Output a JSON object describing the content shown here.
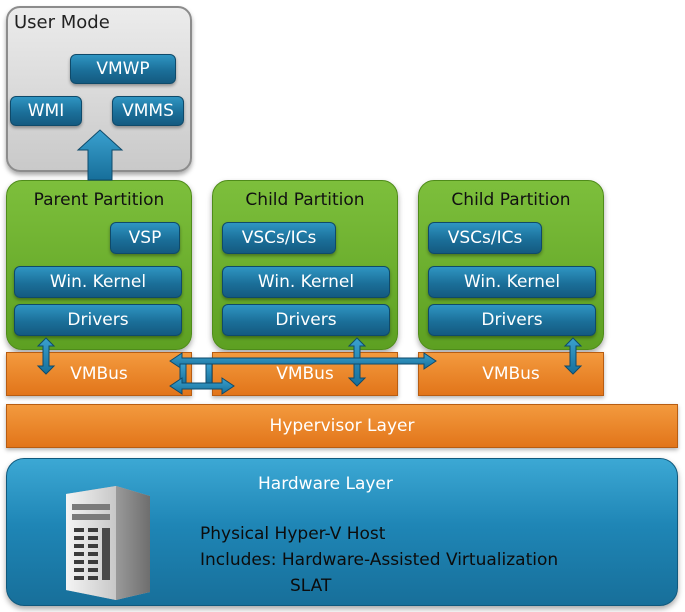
{
  "user_mode": {
    "title": "User Mode",
    "vmwp": "VMWP",
    "wmi": "WMI",
    "vmms": "VMMS"
  },
  "partitions": [
    {
      "title": "Parent Partition",
      "service": "VSP",
      "kernel": "Win. Kernel",
      "drivers": "Drivers"
    },
    {
      "title": "Child Partition",
      "service": "VSCs/ICs",
      "kernel": "Win. Kernel",
      "drivers": "Drivers"
    },
    {
      "title": "Child Partition",
      "service": "VSCs/ICs",
      "kernel": "Win. Kernel",
      "drivers": "Drivers"
    }
  ],
  "vmbus": [
    "VMBus",
    "VMBus",
    "VMBus"
  ],
  "hypervisor": "Hypervisor Layer",
  "hardware": {
    "title": "Hardware Layer",
    "line1": "Physical Hyper-V Host",
    "line2": "Includes: Hardware-Assisted Virtualization",
    "line3": "SLAT"
  },
  "colors": {
    "partition_green": "#6bb02e",
    "component_blue": "#1b6f99",
    "bus_orange": "#ea8228",
    "hardware_blue": "#1f86b6",
    "user_mode_gray": "#d6d6d6"
  },
  "icons": {
    "server": "server-tower-icon",
    "arrow": "double-headed-arrow-icon"
  }
}
